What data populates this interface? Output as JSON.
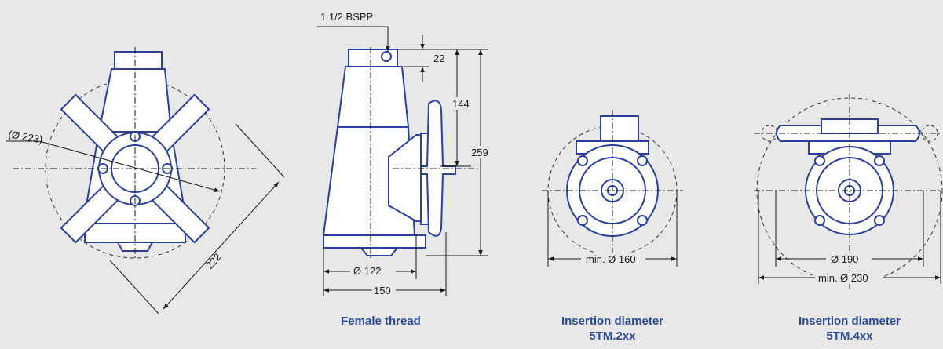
{
  "colors": {
    "body_stroke": "#2a3f9e",
    "body_fill": "#ffffff",
    "dim_line": "#1a1a1a",
    "caption": "#2a4a9a",
    "background": "#e8e8e8"
  },
  "dimensions": {
    "front_circle": "(Ø 223)",
    "front_diag": "222",
    "thread": "1 1/2 BSPP",
    "top_offset": "22",
    "mid_height": "144",
    "total_height": "259",
    "base_dia": "Ø 122",
    "side_width": "150",
    "min_160": "min. Ø 160",
    "dia_190": "Ø 190",
    "min_230": "min. Ø 230"
  },
  "captions": {
    "female": "Female thread",
    "ins2_line1": "Insertion diameter",
    "ins2_line2": "5TM.2xx",
    "ins4_line1": "Insertion diameter",
    "ins4_line2": "5TM.4xx"
  }
}
